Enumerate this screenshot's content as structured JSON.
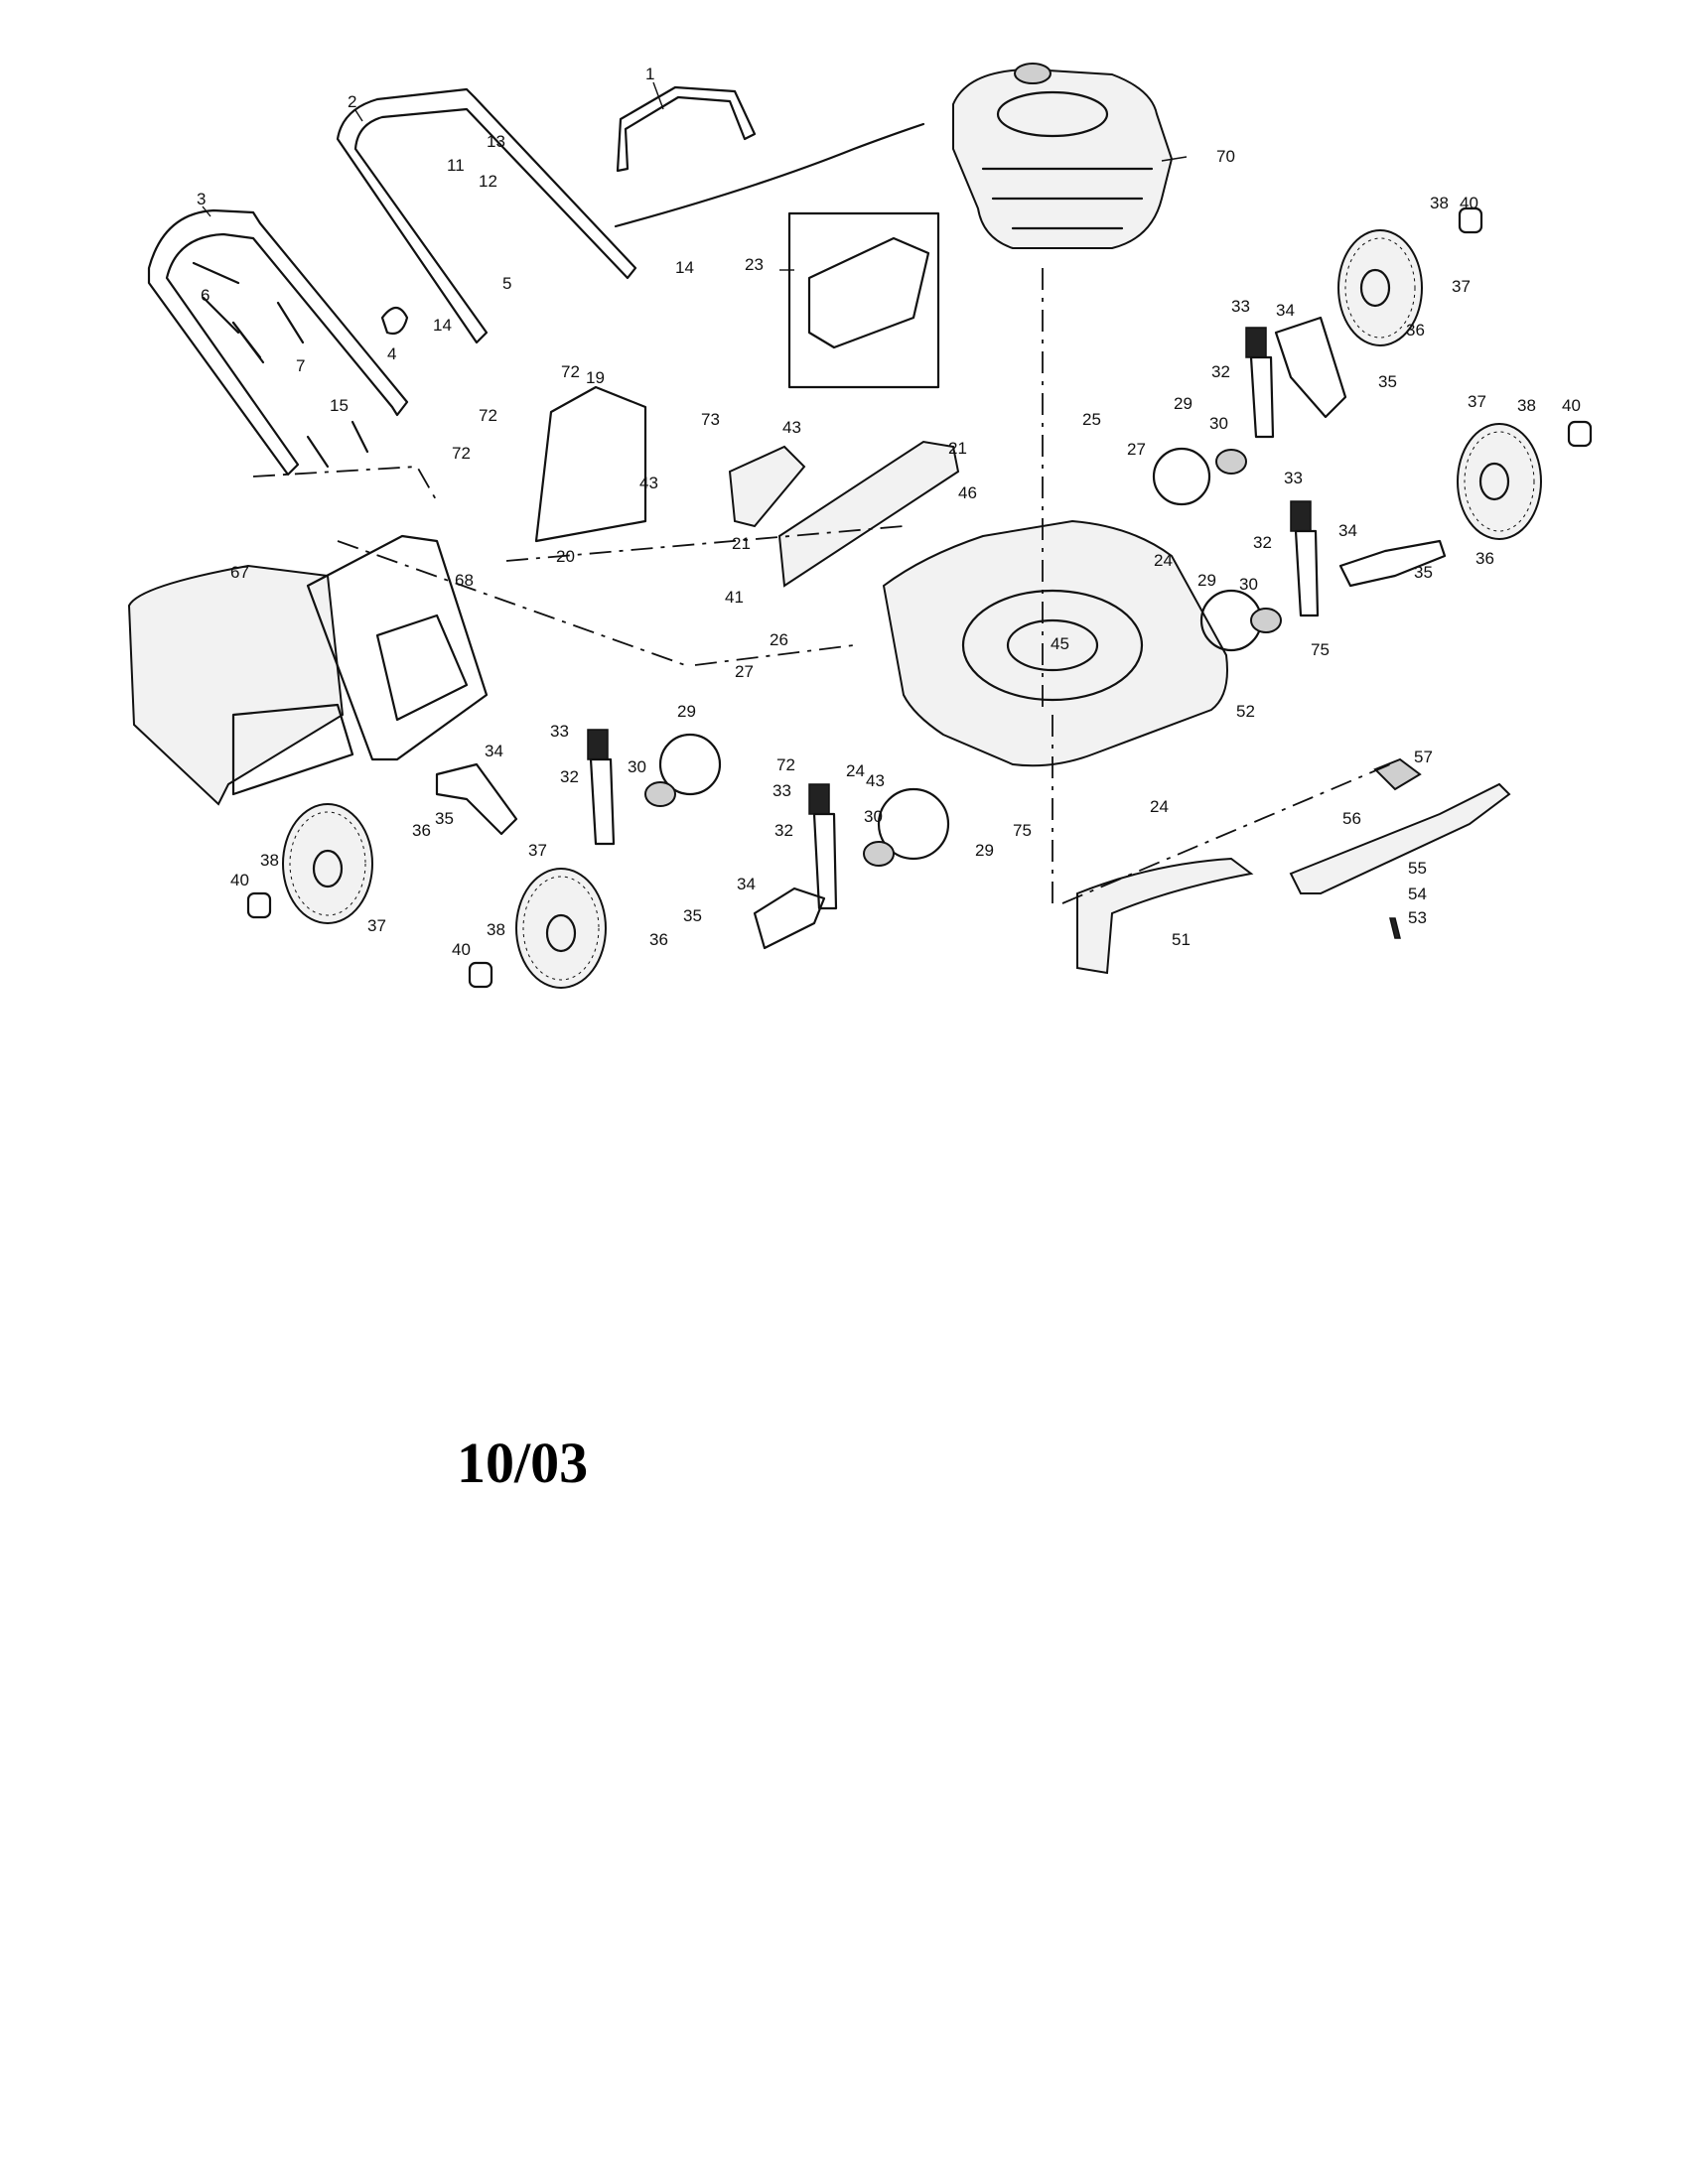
{
  "diagram": {
    "callouts": [
      {
        "id": "c1",
        "label": "1"
      },
      {
        "id": "c2",
        "label": "2"
      },
      {
        "id": "c3",
        "label": "3"
      },
      {
        "id": "c4",
        "label": "4"
      },
      {
        "id": "c5",
        "label": "5"
      },
      {
        "id": "c6",
        "label": "6"
      },
      {
        "id": "c7",
        "label": "7"
      },
      {
        "id": "c11",
        "label": "11"
      },
      {
        "id": "c12",
        "label": "12"
      },
      {
        "id": "c13",
        "label": "13"
      },
      {
        "id": "c14a",
        "label": "14"
      },
      {
        "id": "c14b",
        "label": "14"
      },
      {
        "id": "c15",
        "label": "15"
      },
      {
        "id": "c19",
        "label": "19"
      },
      {
        "id": "c20",
        "label": "20"
      },
      {
        "id": "c21a",
        "label": "21"
      },
      {
        "id": "c21b",
        "label": "21"
      },
      {
        "id": "c23",
        "label": "23"
      },
      {
        "id": "c24a",
        "label": "24"
      },
      {
        "id": "c24b",
        "label": "24"
      },
      {
        "id": "c24c",
        "label": "24"
      },
      {
        "id": "c25",
        "label": "25"
      },
      {
        "id": "c26",
        "label": "26"
      },
      {
        "id": "c27a",
        "label": "27"
      },
      {
        "id": "c27b",
        "label": "27"
      },
      {
        "id": "c29a",
        "label": "29"
      },
      {
        "id": "c29b",
        "label": "29"
      },
      {
        "id": "c29c",
        "label": "29"
      },
      {
        "id": "c29d",
        "label": "29"
      },
      {
        "id": "c30a",
        "label": "30"
      },
      {
        "id": "c30b",
        "label": "30"
      },
      {
        "id": "c30c",
        "label": "30"
      },
      {
        "id": "c30d",
        "label": "30"
      },
      {
        "id": "c32a",
        "label": "32"
      },
      {
        "id": "c32b",
        "label": "32"
      },
      {
        "id": "c32c",
        "label": "32"
      },
      {
        "id": "c32d",
        "label": "32"
      },
      {
        "id": "c33a",
        "label": "33"
      },
      {
        "id": "c33b",
        "label": "33"
      },
      {
        "id": "c33c",
        "label": "33"
      },
      {
        "id": "c33d",
        "label": "33"
      },
      {
        "id": "c34a",
        "label": "34"
      },
      {
        "id": "c34b",
        "label": "34"
      },
      {
        "id": "c34c",
        "label": "34"
      },
      {
        "id": "c34d",
        "label": "34"
      },
      {
        "id": "c35a",
        "label": "35"
      },
      {
        "id": "c35b",
        "label": "35"
      },
      {
        "id": "c35c",
        "label": "35"
      },
      {
        "id": "c35d",
        "label": "35"
      },
      {
        "id": "c36a",
        "label": "36"
      },
      {
        "id": "c36b",
        "label": "36"
      },
      {
        "id": "c36c",
        "label": "36"
      },
      {
        "id": "c36d",
        "label": "36"
      },
      {
        "id": "c37a",
        "label": "37"
      },
      {
        "id": "c37b",
        "label": "37"
      },
      {
        "id": "c37c",
        "label": "37"
      },
      {
        "id": "c37d",
        "label": "37"
      },
      {
        "id": "c38a",
        "label": "38"
      },
      {
        "id": "c38b",
        "label": "38"
      },
      {
        "id": "c38c",
        "label": "38"
      },
      {
        "id": "c38d",
        "label": "38"
      },
      {
        "id": "c40a",
        "label": "40"
      },
      {
        "id": "c40b",
        "label": "40"
      },
      {
        "id": "c40c",
        "label": "40"
      },
      {
        "id": "c40d",
        "label": "40"
      },
      {
        "id": "c41",
        "label": "41"
      },
      {
        "id": "c43a",
        "label": "43"
      },
      {
        "id": "c43b",
        "label": "43"
      },
      {
        "id": "c43c",
        "label": "43"
      },
      {
        "id": "c45",
        "label": "45"
      },
      {
        "id": "c46",
        "label": "46"
      },
      {
        "id": "c51",
        "label": "51"
      },
      {
        "id": "c52",
        "label": "52"
      },
      {
        "id": "c53",
        "label": "53"
      },
      {
        "id": "c54",
        "label": "54"
      },
      {
        "id": "c55",
        "label": "55"
      },
      {
        "id": "c56",
        "label": "56"
      },
      {
        "id": "c57",
        "label": "57"
      },
      {
        "id": "c67",
        "label": "67"
      },
      {
        "id": "c68",
        "label": "68"
      },
      {
        "id": "c70",
        "label": "70"
      },
      {
        "id": "c72a",
        "label": "72"
      },
      {
        "id": "c72b",
        "label": "72"
      },
      {
        "id": "c72c",
        "label": "72"
      },
      {
        "id": "c72d",
        "label": "72"
      },
      {
        "id": "c73",
        "label": "73"
      },
      {
        "id": "c75a",
        "label": "75"
      },
      {
        "id": "c75b",
        "label": "75"
      }
    ]
  },
  "footer": {
    "date_code": "10/03"
  }
}
